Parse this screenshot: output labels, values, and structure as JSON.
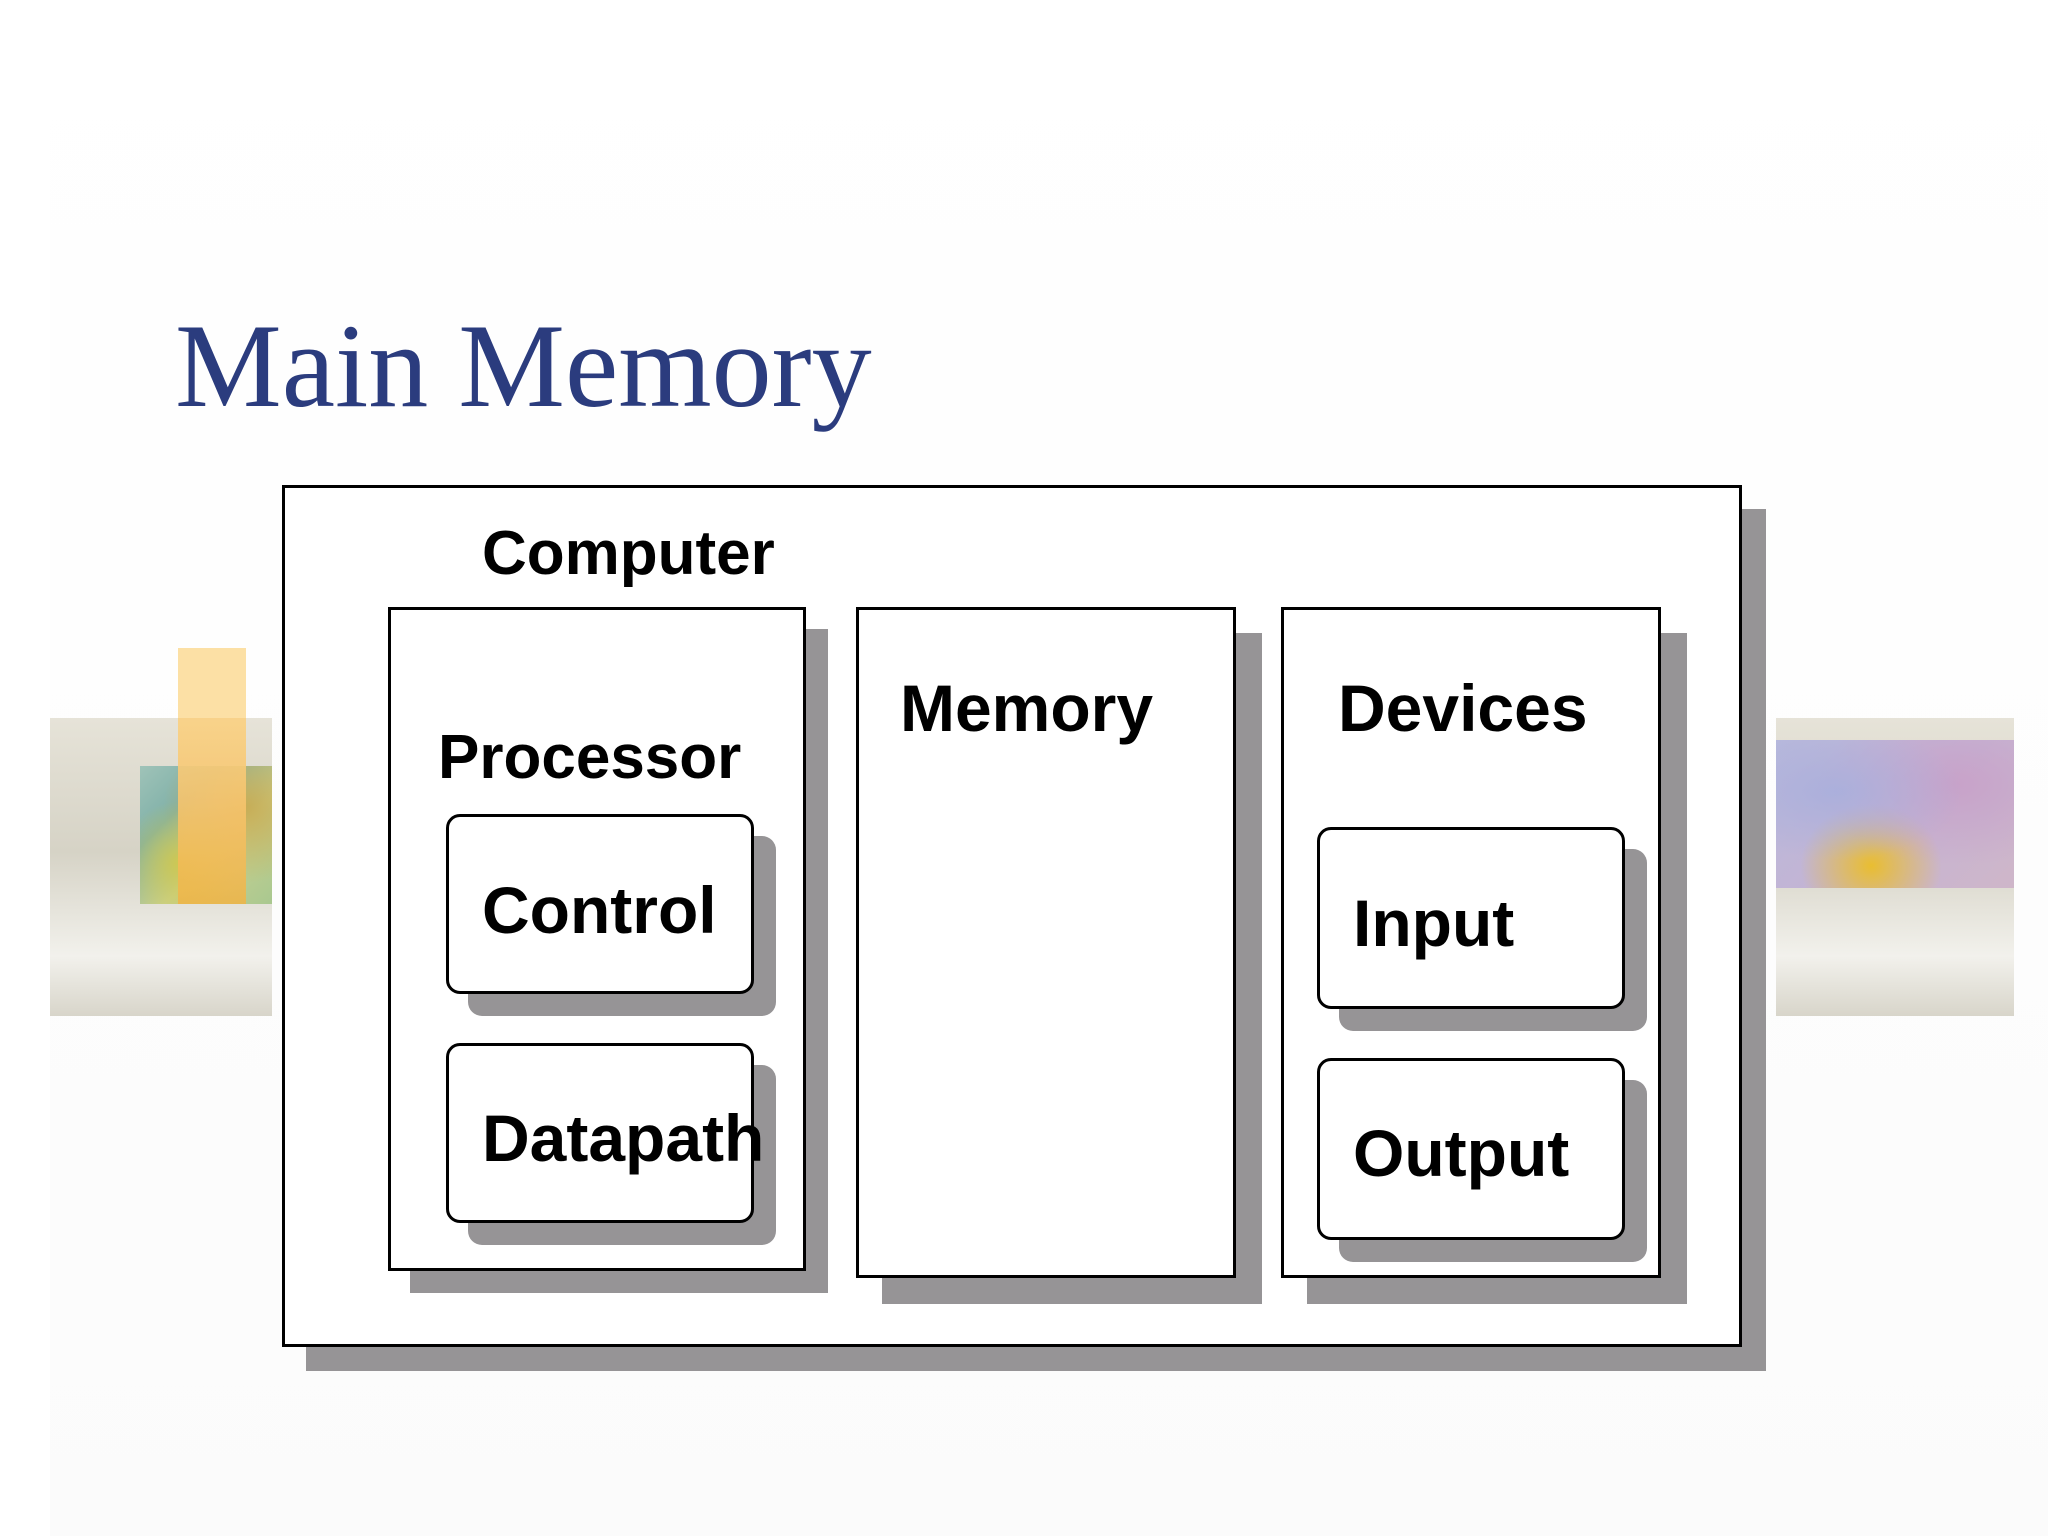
{
  "slide": {
    "title": "Main Memory"
  },
  "diagram": {
    "computer": "Computer",
    "processor": "Processor",
    "control": "Control",
    "datapath": "Datapath",
    "memory": "Memory",
    "devices": "Devices",
    "input": "Input",
    "output": "Output"
  },
  "colors": {
    "title": "#2b3c7e",
    "box_border": "#000000",
    "box_fill": "#ffffff",
    "shadow": "#969496"
  }
}
